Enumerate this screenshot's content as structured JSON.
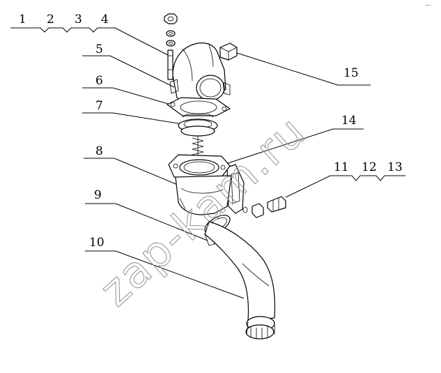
{
  "diagram": {
    "callouts": {
      "c1": "1",
      "c2": "2",
      "c3": "3",
      "c4": "4",
      "c5": "5",
      "c6": "6",
      "c7": "7",
      "c8": "8",
      "c9": "9",
      "c10": "10",
      "c11": "11",
      "c12": "12",
      "c13": "13",
      "c14": "14",
      "c15": "15"
    },
    "watermark": "zap-kam.ru",
    "corner_mark": "~-"
  },
  "colors": {
    "line": "#000000",
    "watermark": "#9a9a9a",
    "corner_mark": "#1a5fd0"
  }
}
